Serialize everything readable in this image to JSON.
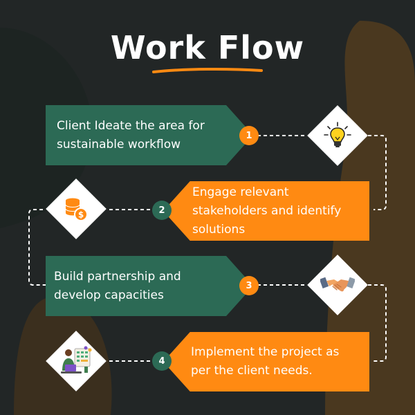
{
  "title": "Work Flow",
  "colors": {
    "background": "#222626",
    "green": "#2c6a55",
    "orange": "#ff8a12",
    "white": "#ffffff",
    "blob": "#5a4322"
  },
  "steps": [
    {
      "number": "1",
      "text": "Client Ideate the area for sustainable workflow",
      "icon": "lightbulb-icon"
    },
    {
      "number": "2",
      "text": "Engage relevant stakeholders and identify solutions",
      "icon": "money-coins-icon"
    },
    {
      "number": "3",
      "text": "Build partnership and develop capacities",
      "icon": "handshake-icon"
    },
    {
      "number": "4",
      "text": "Implement the project as per the client needs.",
      "icon": "person-laptop-icon"
    }
  ]
}
